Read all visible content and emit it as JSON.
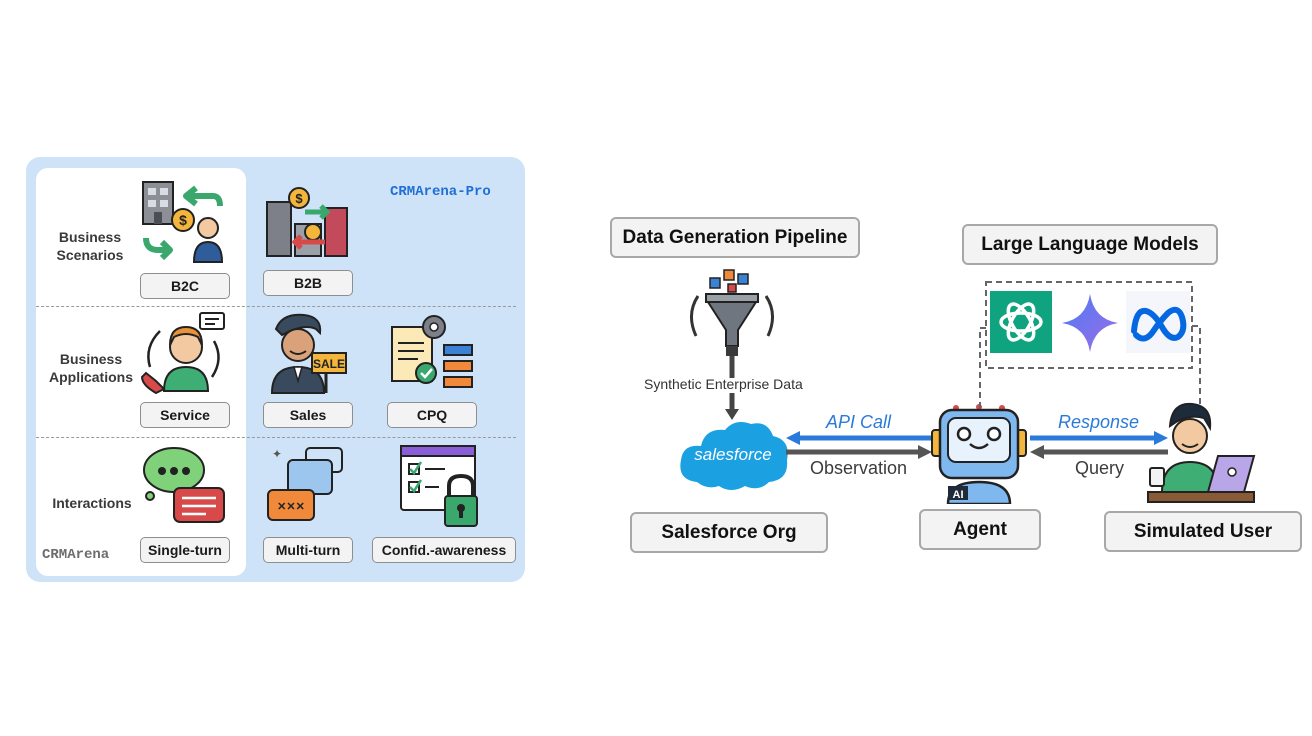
{
  "left": {
    "brand_pro": "CRMArena-Pro",
    "brand_base": "CRMArena",
    "rows": [
      {
        "label": "Business\nScenarios",
        "tags": [
          "B2C",
          "B2B"
        ]
      },
      {
        "label": "Business\nApplications",
        "tags": [
          "Service",
          "Sales",
          "CPQ"
        ]
      },
      {
        "label": "Interactions",
        "tags": [
          "Single-turn",
          "Multi-turn",
          "Confid.-awareness"
        ]
      }
    ],
    "icons": [
      "building-exchange-icon",
      "b2b-city-icon",
      "customer-service-icon",
      "salesman-icon",
      "cpq-document-gear-icon",
      "chat-bubbles-icon",
      "multi-chat-icon",
      "lock-checklist-icon"
    ]
  },
  "right": {
    "pipeline_label": "Data Generation Pipeline",
    "llm_label": "Large Language Models",
    "synthetic_label": "Synthetic Enterprise Data",
    "salesforce_logo_text": "salesforce",
    "api_call": "API Call",
    "observation": "Observation",
    "response": "Response",
    "query": "Query",
    "org_label": "Salesforce Org",
    "agent_label": "Agent",
    "user_label": "Simulated User",
    "robot_badge": "AI",
    "colors": {
      "blue_arrow": "#2a7ad9",
      "gray_arrow": "#555555",
      "salesforce": "#1ba0e2",
      "openai": "#10a37f",
      "meta": "#0668e1"
    }
  }
}
